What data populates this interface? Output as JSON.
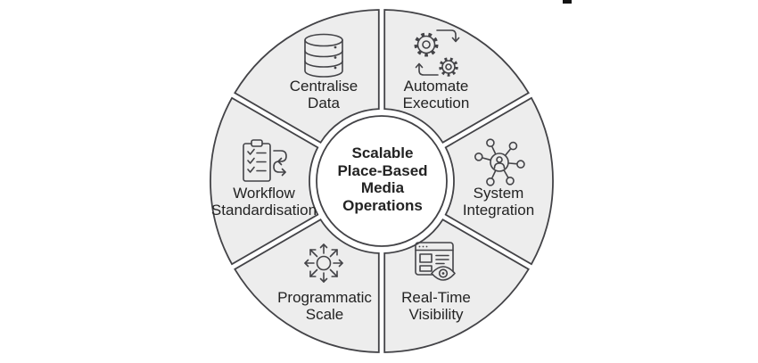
{
  "center": {
    "label": "Scalable\nPlace-Based\nMedia\nOperations"
  },
  "segments": [
    {
      "id": "automate-execution",
      "label": "Automate\nExecution",
      "icon": "gears-cycle-icon"
    },
    {
      "id": "system-integration",
      "label": "System\nIntegration",
      "icon": "network-hub-icon"
    },
    {
      "id": "real-time-visibility",
      "label": "Real-Time\nVisibility",
      "icon": "browser-eye-icon"
    },
    {
      "id": "programmatic-scale",
      "label": "Programmatic\nScale",
      "icon": "expand-arrows-icon"
    },
    {
      "id": "workflow-standardisation",
      "label": "Workflow\nStandardisation",
      "icon": "clipboard-cycle-icon"
    },
    {
      "id": "centralise-data",
      "label": "Centralise\nData",
      "icon": "database-icon"
    }
  ],
  "colors": {
    "segment_fill": "#ededed",
    "outline": "#434347",
    "text": "#232323",
    "background": "#ffffff"
  }
}
